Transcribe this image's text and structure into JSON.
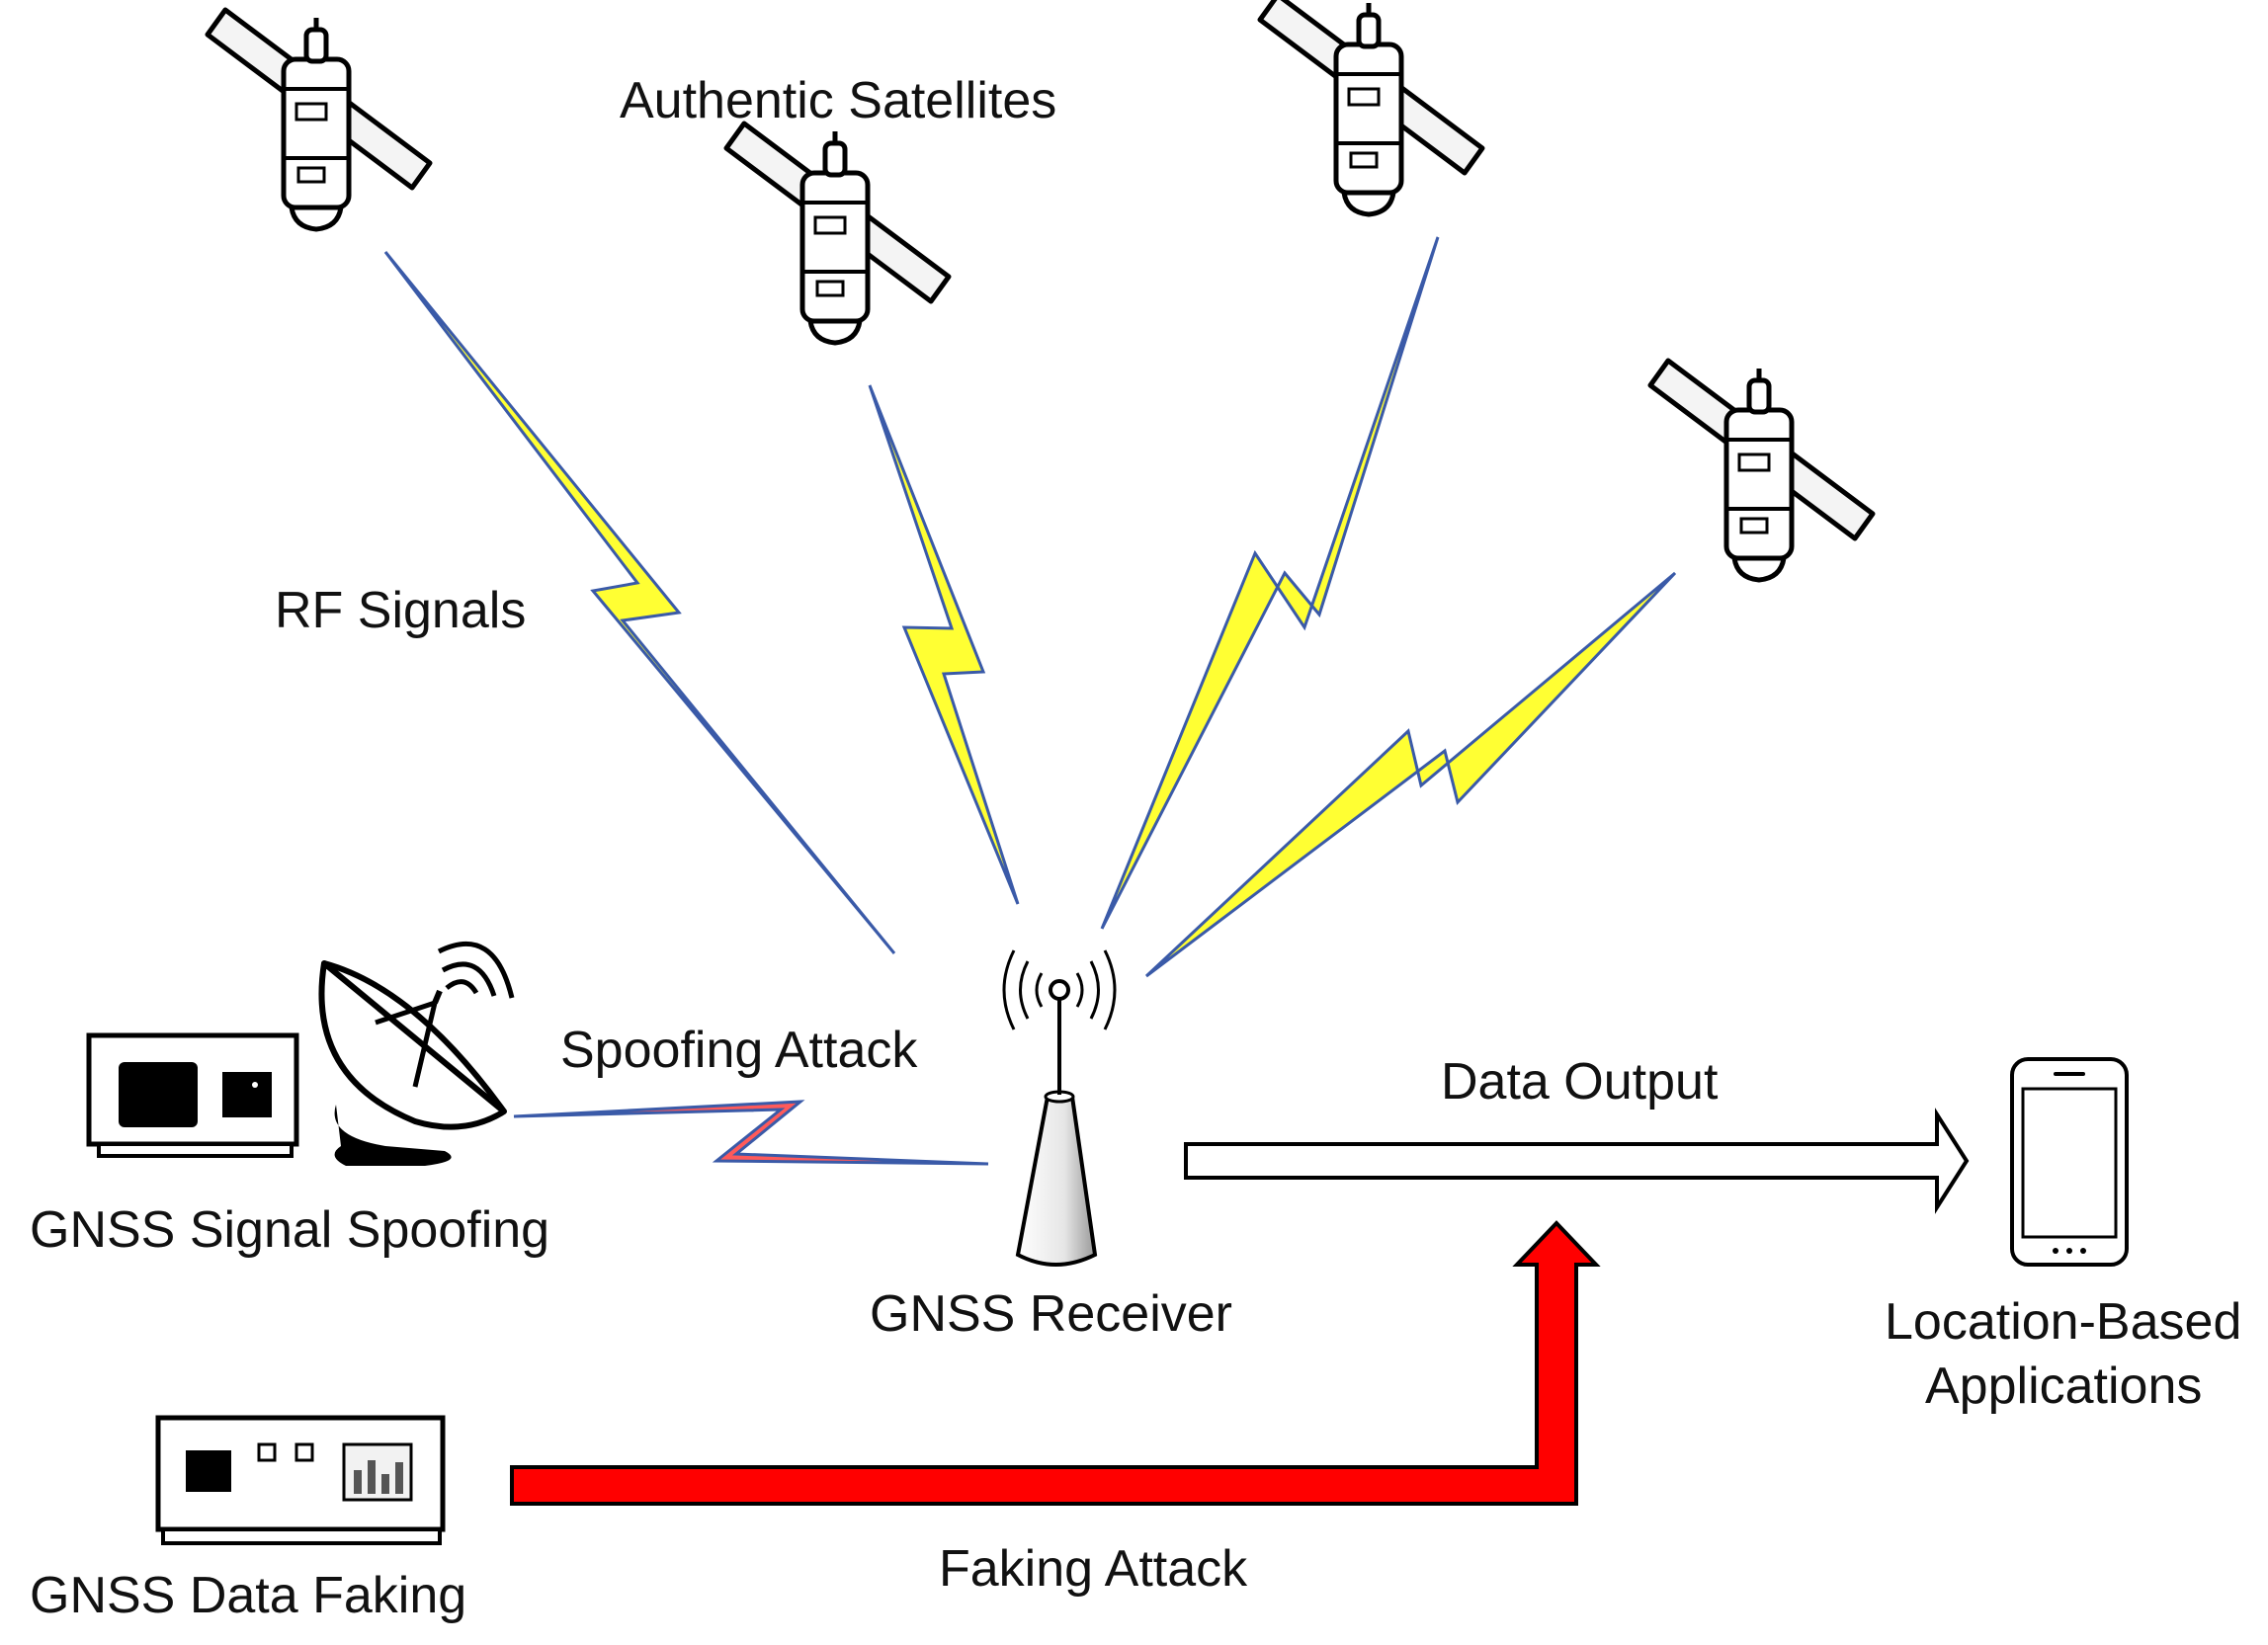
{
  "labels": {
    "authentic_satellites": "Authentic Satellites",
    "rf_signals": "RF Signals",
    "spoofing_attack": "Spoofing Attack",
    "gnss_signal_spoofing": "GNSS Signal Spoofing",
    "gnss_receiver": "GNSS Receiver",
    "data_output": "Data Output",
    "location_based_line1": "Location-Based",
    "location_based_line2": "Applications",
    "gnss_data_faking": "GNSS Data Faking",
    "faking_attack": "Faking Attack"
  },
  "colors": {
    "rf_signal_fill": "#ffff33",
    "rf_signal_edge": "#3a5aa8",
    "spoofing_fill": "#ff5a5a",
    "spoofing_edge": "#3a5aa8",
    "faking_arrow": "#ff0000",
    "data_output_arrow": "#ffffff",
    "outline": "#000000",
    "device_gray": "#d9d9d9"
  }
}
